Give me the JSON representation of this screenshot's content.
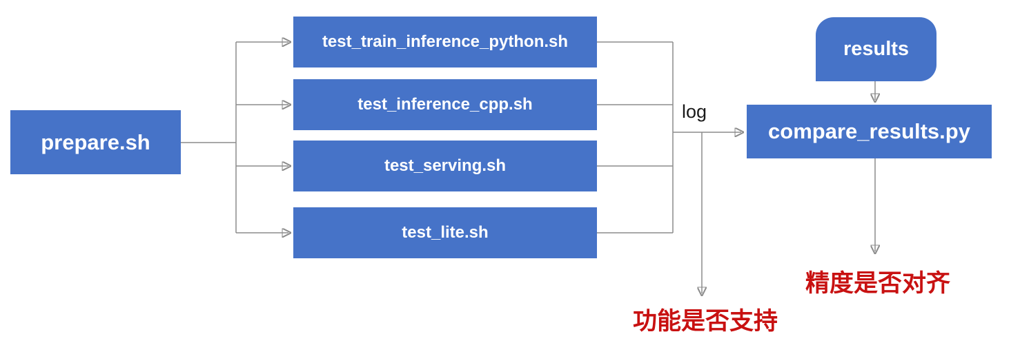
{
  "diagram": {
    "nodes": {
      "prepare": {
        "label": "prepare.sh"
      },
      "test_scripts": [
        {
          "label": "test_train_inference_python.sh"
        },
        {
          "label": "test_inference_cpp.sh"
        },
        {
          "label": "test_serving.sh"
        },
        {
          "label": "test_lite.sh"
        }
      ],
      "results": {
        "label": "results"
      },
      "compare": {
        "label": "compare_results.py"
      }
    },
    "edge_labels": {
      "log": "log"
    },
    "annotations": {
      "function_support": "功能是否支持",
      "precision_aligned": "精度是否对齐"
    },
    "colors": {
      "node_fill": "#4673C8",
      "node_text": "#FFFFFF",
      "connector": "#8C8C8C",
      "annotation_text": "#C81111",
      "edge_label_text": "#1A1A1A",
      "background": "#FFFFFF"
    }
  }
}
